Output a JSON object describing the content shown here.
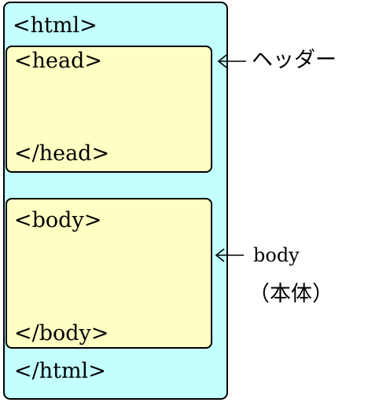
{
  "diagram": {
    "html_open": "<html>",
    "html_close": "</html>",
    "head_open": "<head>",
    "head_close": "</head>",
    "body_open": "<body>",
    "body_close": "</body>",
    "header_annotation": "ヘッダー",
    "body_annotation": "body",
    "body_annotation_sub": "（本体）"
  },
  "colors": {
    "html_box": "#c3ffff",
    "inner_box": "#ffffc3",
    "outline": "#000000"
  }
}
